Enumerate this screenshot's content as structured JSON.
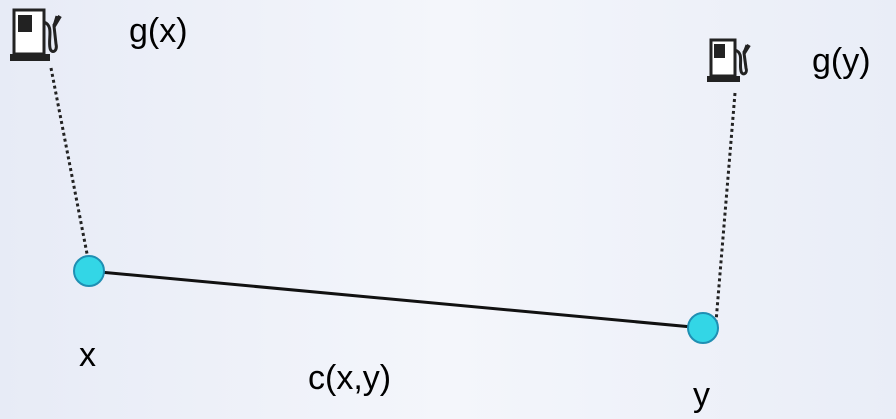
{
  "labels": {
    "gx": "g(x)",
    "gy": "g(y)",
    "x": "x",
    "y": "y",
    "edge": "c(x,y)"
  },
  "icons": {
    "pump": "gas-pump-icon"
  },
  "colors": {
    "node_fill": "#33d6e6",
    "node_stroke": "#1f8fb3",
    "edge": "#111111",
    "dotted": "#222222"
  }
}
